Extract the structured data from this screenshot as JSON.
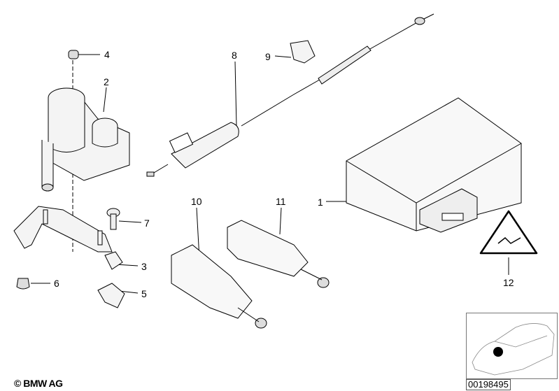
{
  "callouts": {
    "c1": "1",
    "c2": "2",
    "c3": "3",
    "c4": "4",
    "c5": "5",
    "c6": "6",
    "c7": "7",
    "c8": "8",
    "c9": "9",
    "c10": "10",
    "c11": "11",
    "c12": "12"
  },
  "copyright": "© BMW AG",
  "diagram_id": "00198495"
}
